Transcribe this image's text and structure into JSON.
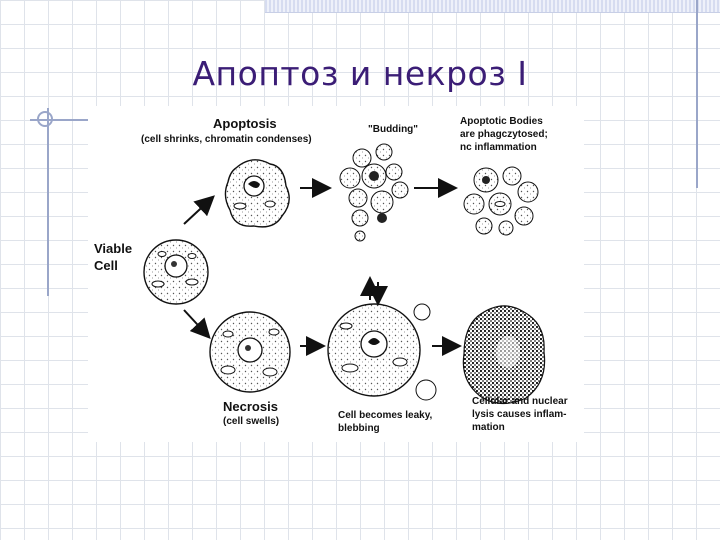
{
  "slide": {
    "title": "Апоптоз и некроз I"
  },
  "figure": {
    "labels": {
      "apoptosis": "Apoptosis",
      "apoptosis_note": "(cell shrinks, chromatin condenses)",
      "budding": "\"Budding\"",
      "bodies_line1": "Apoptotic Bodies",
      "bodies_line2": "are phagczytosed;",
      "bodies_line3": "nc inflammation",
      "viable_line1": "Viable",
      "viable_line2": "Cell",
      "necrosis": "Necrosis",
      "necrosis_note": "(cell swells)",
      "leaky_line1": "Cell becomes leaky,",
      "leaky_line2": "blebbing",
      "lysis_line1": "Cellular and nuclear",
      "lysis_line2": "lysis causes inflam-",
      "lysis_line3": "mation"
    }
  }
}
